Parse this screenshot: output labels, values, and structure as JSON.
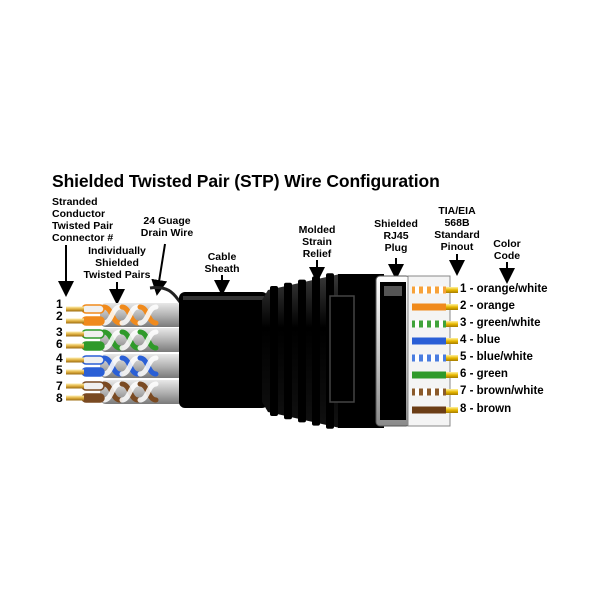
{
  "title": "Shielded Twisted Pair (STP) Wire Configuration",
  "labels": {
    "stranded_conductor": "Stranded\nConductor\nTwisted Pair\nConnector #",
    "individually_shielded": "Individually\nShielded\nTwisted Pairs",
    "drain_wire": "24 Guage\nDrain Wire",
    "cable_sheath": "Cable\nSheath",
    "molded_strain_relief": "Molded\nStrain\nRelief",
    "shielded_plug": "Shielded\nRJ45\nPlug",
    "tia_standard": "TIA/EIA\n568B\nStandard\nPinout",
    "color_code": "Color\nCode"
  },
  "connector_numbers": [
    "1",
    "2",
    "3",
    "6",
    "4",
    "5",
    "7",
    "8"
  ],
  "pinout": [
    {
      "label": "1 - orange/white",
      "color": "#f7a23a",
      "striped": true
    },
    {
      "label": "2 - orange",
      "color": "#f08a1c",
      "striped": false
    },
    {
      "label": "3 - green/white",
      "color": "#3fa33a",
      "striped": true
    },
    {
      "label": "4 - blue",
      "color": "#2a5fd6",
      "striped": false
    },
    {
      "label": "5 - blue/white",
      "color": "#4a7de0",
      "striped": true
    },
    {
      "label": "6 - green",
      "color": "#2f9a2a",
      "striped": false
    },
    {
      "label": "7 - brown/white",
      "color": "#8b5a2b",
      "striped": true
    },
    {
      "label": "8 - brown",
      "color": "#6b3d16",
      "striped": false
    }
  ],
  "pair_colors": [
    "#f08a1c",
    "#2f9a2a",
    "#2a5fd6",
    "#7a4a22"
  ],
  "colors": {
    "shield": "#b8b8b8",
    "jacket": "#000000",
    "gold": "#e8b800"
  }
}
